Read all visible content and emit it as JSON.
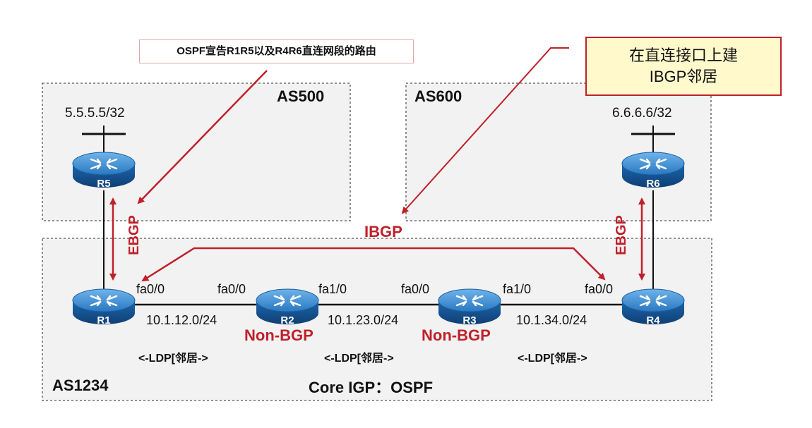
{
  "callouts": {
    "ospf_note": "OSPF宣告R1R5以及R4R6直连网段的路由",
    "ibgp_note_line1": "在直连接口上建",
    "ibgp_note_line2": "IBGP邻居"
  },
  "as_areas": {
    "as500": "AS500",
    "as600": "AS600",
    "as1234": "AS1234"
  },
  "loopbacks": {
    "r5": "5.5.5.5/32",
    "r6": "6.6.6.6/32"
  },
  "routers": {
    "r1": "R1",
    "r2": "R2",
    "r3": "R3",
    "r4": "R4",
    "r5": "R5",
    "r6": "R6"
  },
  "interfaces": {
    "r1_fa00": "fa0/0",
    "r2_fa00": "fa0/0",
    "r2_fa10": "fa1/0",
    "r3_fa00": "fa0/0",
    "r3_fa10": "fa1/0",
    "r4_fa00": "fa0/0"
  },
  "networks": {
    "n12": "10.1.12.0/24",
    "n23": "10.1.23.0/24",
    "n34": "10.1.34.0/24"
  },
  "ldp": {
    "l12": "<-LDP[邻居->",
    "l23": "<-LDP[邻居->",
    "l34": "<-LDP[邻居->"
  },
  "roles": {
    "r2": "Non-BGP",
    "r3": "Non-BGP"
  },
  "sessions": {
    "ibgp": "IBGP",
    "ebgp_left": "EBGP",
    "ebgp_right": "EBGP"
  },
  "core_igp": "Core IGP：OSPF",
  "colors": {
    "accent_red": "#c0202a",
    "router_blue": "#1f6fb8",
    "note_fill": "#fff9cc"
  }
}
